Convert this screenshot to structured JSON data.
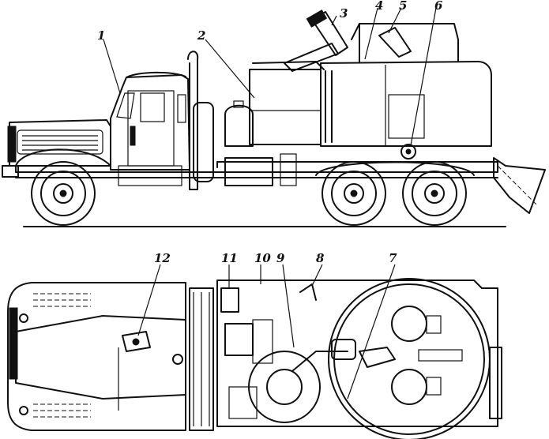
{
  "callouts": [
    {
      "id": "c1",
      "label": "1"
    },
    {
      "id": "c2",
      "label": "2"
    },
    {
      "id": "c3",
      "label": "3"
    },
    {
      "id": "c4",
      "label": "4"
    },
    {
      "id": "c5",
      "label": "5"
    },
    {
      "id": "c6",
      "label": "6"
    },
    {
      "id": "c7",
      "label": "7"
    },
    {
      "id": "c8",
      "label": "8"
    },
    {
      "id": "c9",
      "label": "9"
    },
    {
      "id": "c10",
      "label": "10"
    },
    {
      "id": "c11",
      "label": "11"
    },
    {
      "id": "c12",
      "label": "12"
    }
  ],
  "views": {
    "side": "side-view",
    "top": "top-view"
  }
}
